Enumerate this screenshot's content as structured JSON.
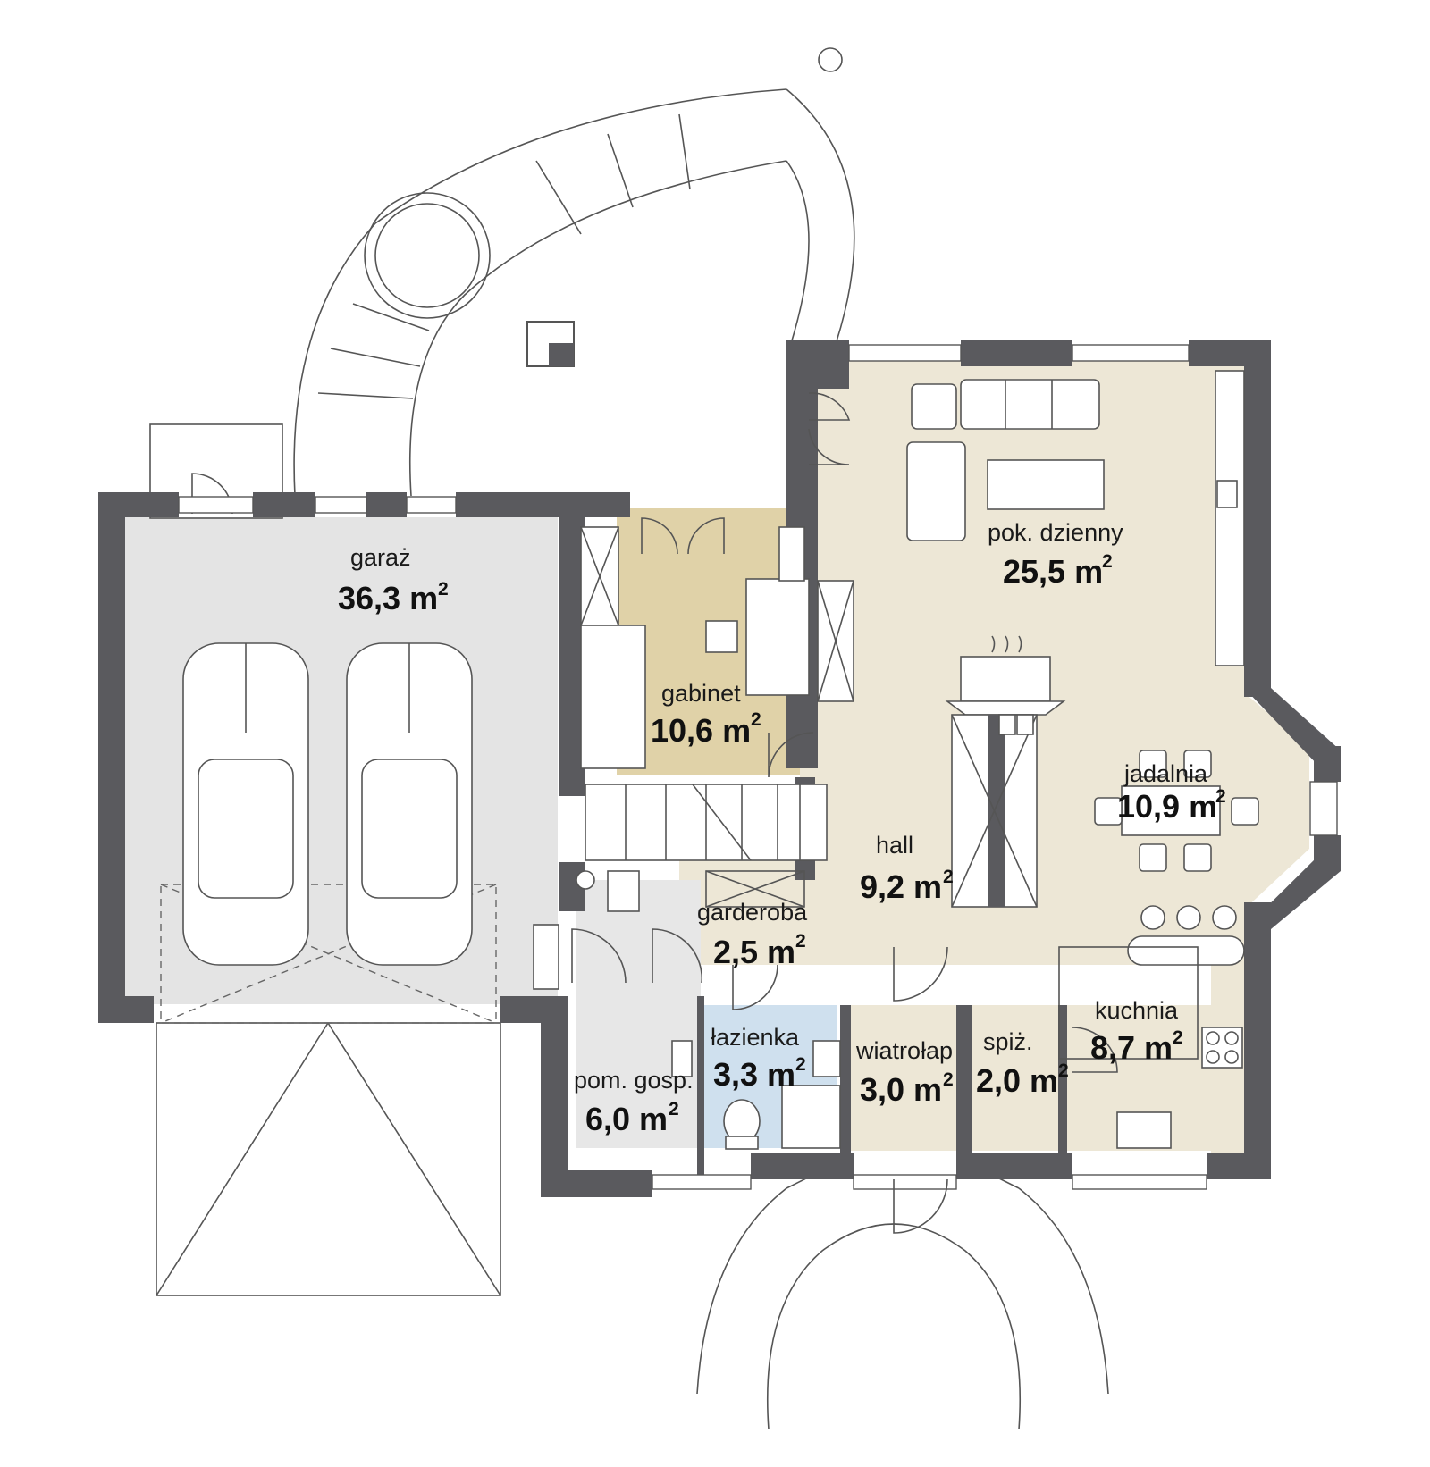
{
  "colors": {
    "wall": "#5a5a5e",
    "living_floor": "#ede7d6",
    "study_floor": "#e0d2a8",
    "garage_floor": "#e4e4e4",
    "bath_floor": "#cfe0ee",
    "line": "#555555"
  },
  "rooms": {
    "garaz": {
      "name": "garaż",
      "area": "36,3 m",
      "sup": "2"
    },
    "gabinet": {
      "name": "gabinet",
      "area": "10,6 m",
      "sup": "2"
    },
    "pok_dzienny": {
      "name": "pok. dzienny",
      "area": "25,5 m",
      "sup": "2"
    },
    "jadalnia": {
      "name": "jadalnia",
      "area": "10,9 m",
      "sup": "2"
    },
    "hall": {
      "name": "hall",
      "area": "9,2 m",
      "sup": "2"
    },
    "garderoba": {
      "name": "garderoba",
      "area": "2,5 m",
      "sup": "2"
    },
    "kuchnia": {
      "name": "kuchnia",
      "area": "8,7 m",
      "sup": "2"
    },
    "lazienka": {
      "name": "łazienka",
      "area": "3,3 m",
      "sup": "2"
    },
    "wiatrolap": {
      "name": "wiatrołap",
      "area": "3,0 m",
      "sup": "2"
    },
    "spiz": {
      "name": "spiż.",
      "area": "2,0 m",
      "sup": "2"
    },
    "pom_gosp": {
      "name": "pom. gosp.",
      "area": "6,0 m",
      "sup": "2"
    }
  }
}
